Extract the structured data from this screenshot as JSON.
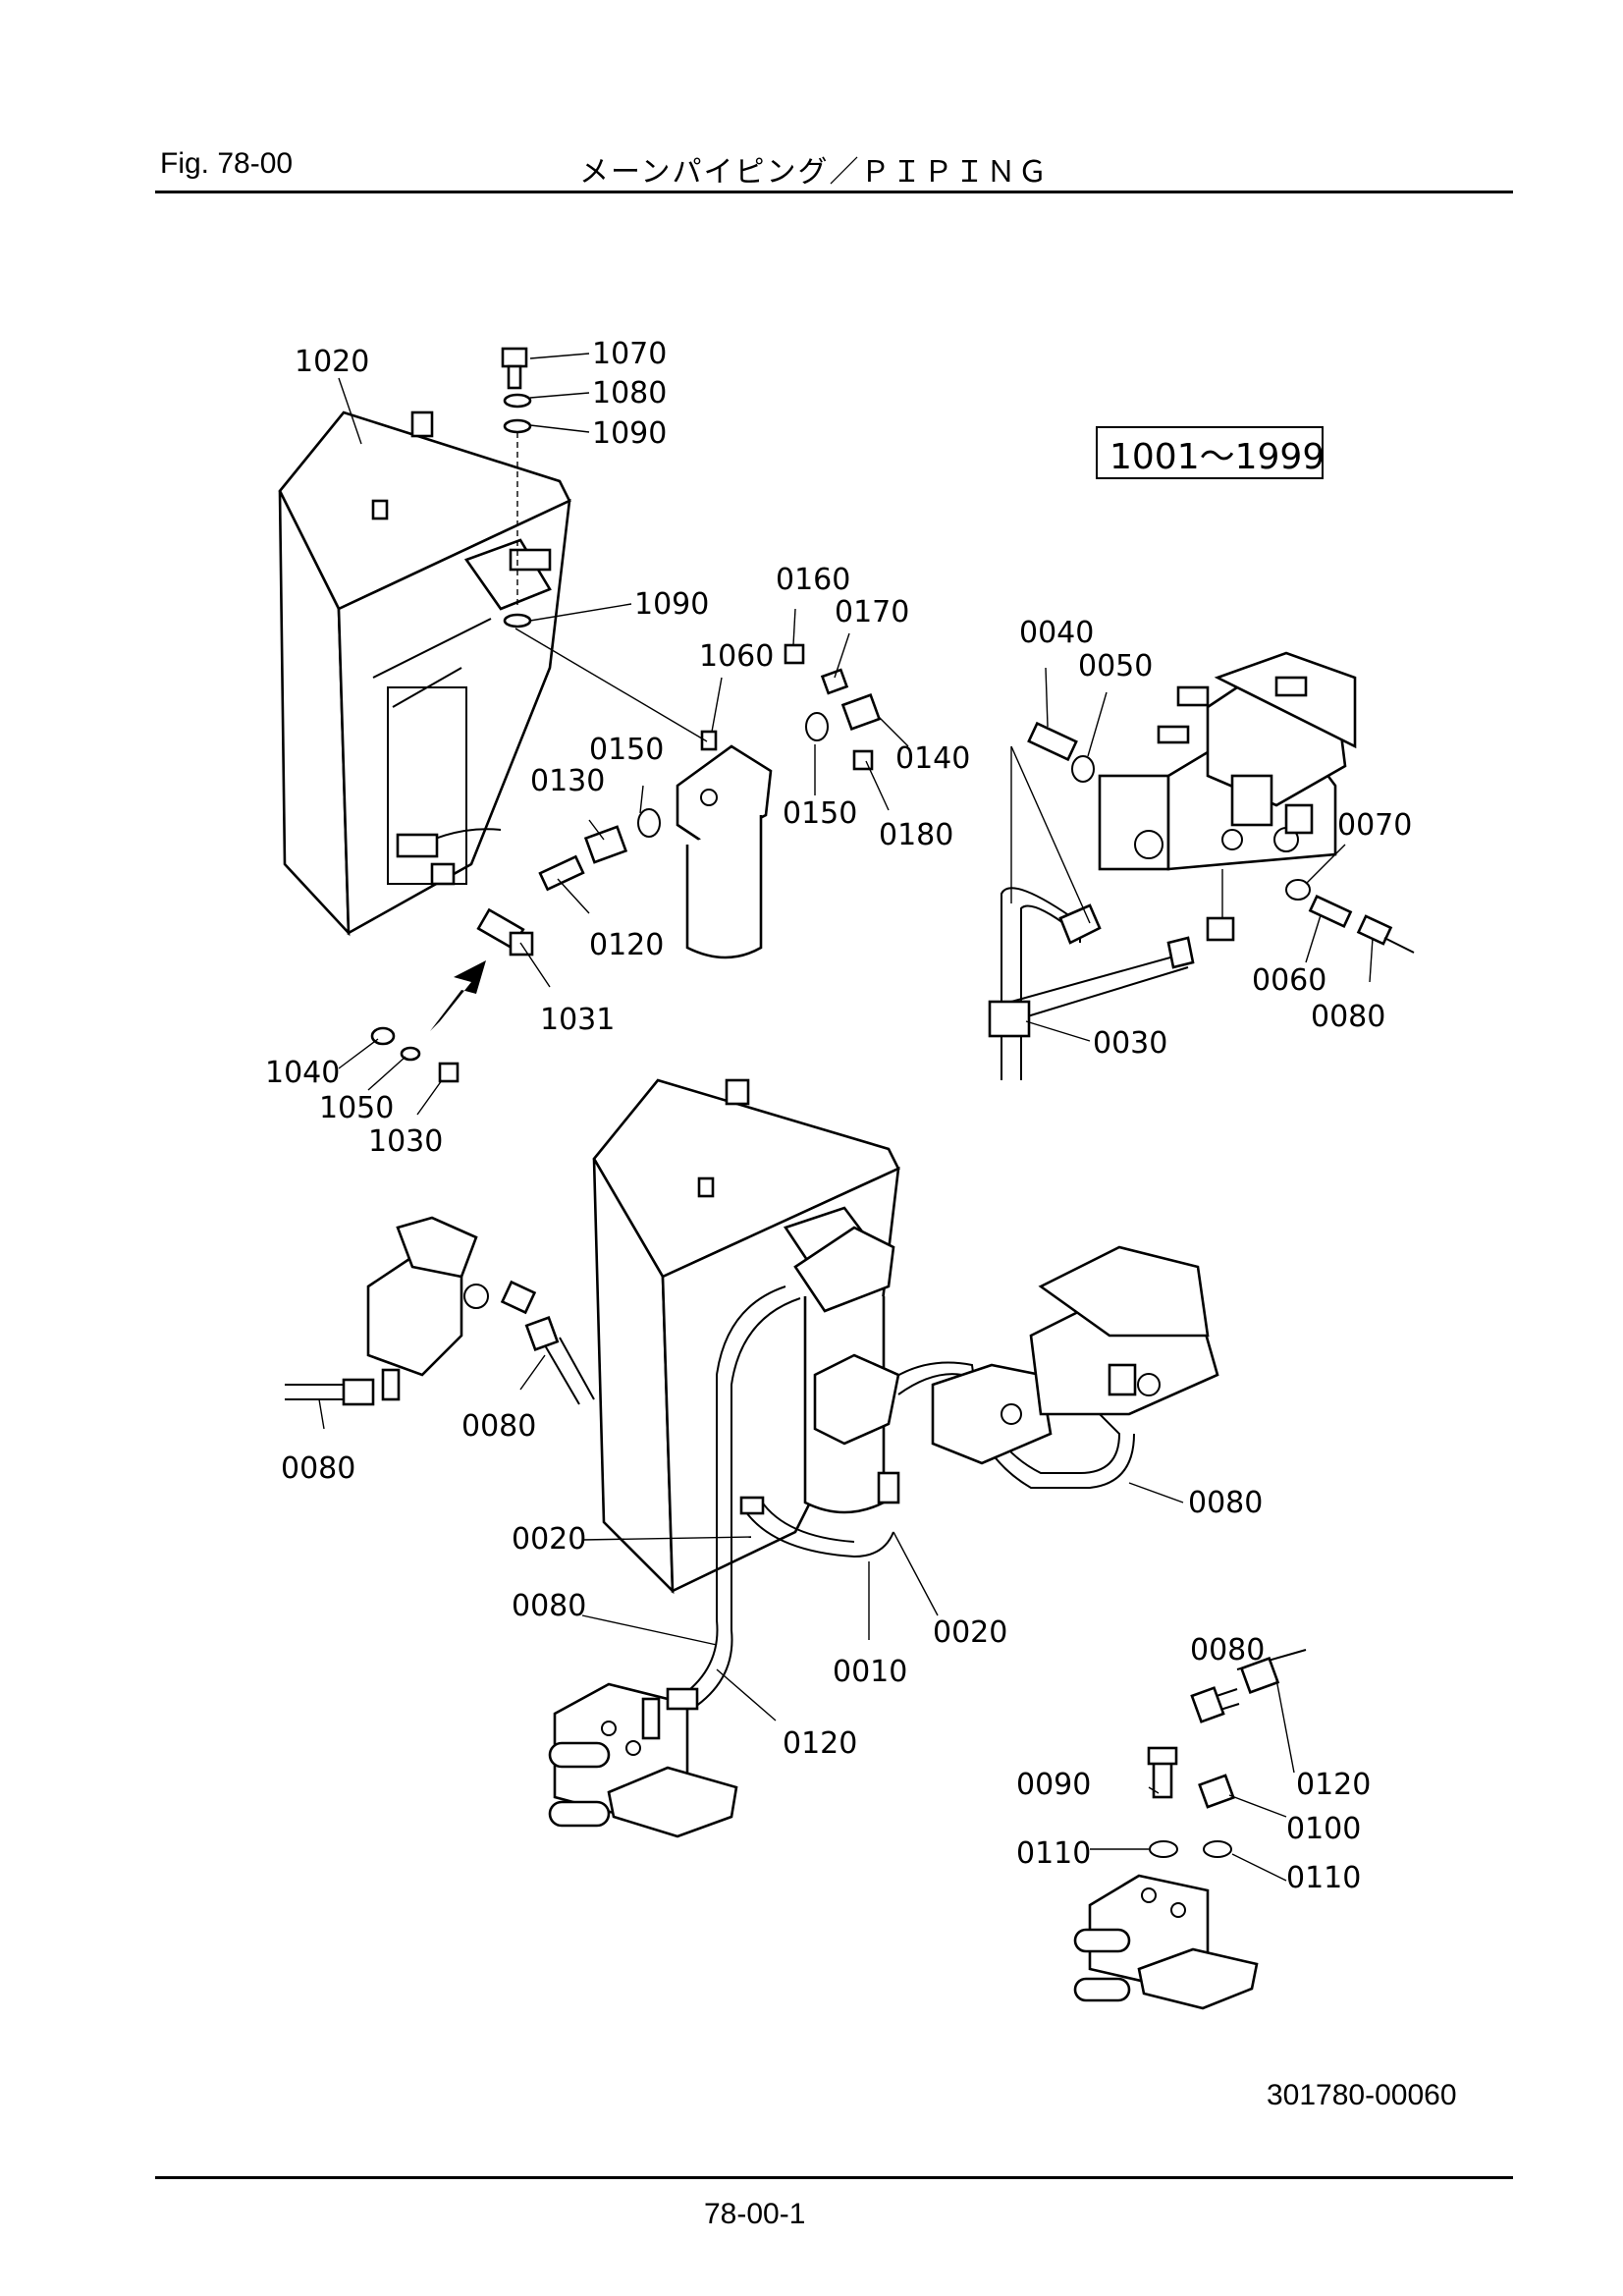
{
  "header": {
    "figure": "Fig.  78-00",
    "title": "メーンパイピング／ＰＩＰＩＮＧ"
  },
  "serial_range": "1001～1999",
  "part_labels": {
    "p1020": "1020",
    "p1070": "1070",
    "p1080": "1080",
    "p1090a": "1090",
    "p1090b": "1090",
    "p0160": "0160",
    "p0170": "0170",
    "p1060": "1060",
    "p0150a": "0150",
    "p0130": "0130",
    "p0150b": "0150",
    "p0140": "0140",
    "p0180": "0180",
    "p0120a": "0120",
    "p1031": "1031",
    "p1040": "1040",
    "p1050": "1050",
    "p1030": "1030",
    "p0040": "0040",
    "p0050": "0050",
    "p0070": "0070",
    "p0060": "0060",
    "p0080a": "0080",
    "p0030": "0030",
    "p0080b": "0080",
    "p0080c": "0080",
    "p0080d": "0080",
    "p0020a": "0020",
    "p0080e": "0080",
    "p0020b": "0020",
    "p0010": "0010",
    "p0120b": "0120",
    "p0080f": "0080",
    "p0090": "0090",
    "p0120c": "0120",
    "p0100": "0100",
    "p0110a": "0110",
    "p0110b": "0110"
  },
  "footer": {
    "drawing_number": "301780-00060",
    "page_number": "78-00-1"
  }
}
